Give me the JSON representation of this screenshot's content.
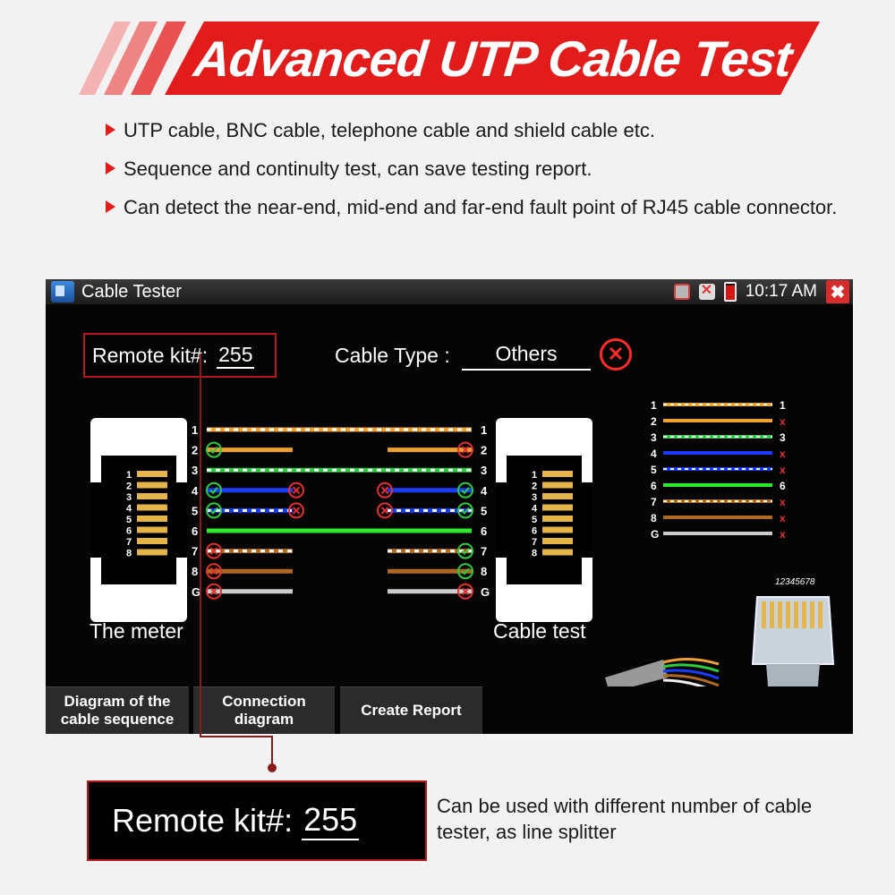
{
  "banner": {
    "title": "Advanced UTP Cable Test"
  },
  "bullets": [
    "UTP cable, BNC cable, telephone cable and shield cable etc.",
    "Sequence and continulty test, can save testing report.",
    "Can detect the near-end, mid-end and far-end fault point of RJ45 cable connector."
  ],
  "screen": {
    "statusbar": {
      "title": "Cable Tester",
      "time": "10:17 AM",
      "close": "✖"
    },
    "remote_kit": {
      "label": "Remote kit#:",
      "value": "255"
    },
    "cable_type": {
      "label": "Cable Type :",
      "value": "Others"
    },
    "meter_label": "The meter",
    "test_label": "Cable test",
    "pin_labels": [
      "1",
      "2",
      "3",
      "4",
      "5",
      "6",
      "7",
      "8",
      "G"
    ],
    "near_status": [
      "none",
      "ok",
      "none",
      "ok",
      "ok",
      "none",
      "fail",
      "fail",
      "fail"
    ],
    "near_break": [
      "none",
      "none",
      "none",
      "fail",
      "fail",
      "none",
      "none",
      "none",
      "none"
    ],
    "far_break": [
      "none",
      "none",
      "none",
      "fail",
      "fail",
      "none",
      "none",
      "none",
      "none"
    ],
    "far_status": [
      "none",
      "fail",
      "none",
      "ok",
      "ok",
      "none",
      "ok",
      "ok",
      "fail"
    ],
    "wire_colors": [
      "#f0a030",
      "#f0a030",
      "#2ecc40",
      "#1a3cff",
      "#1a3cff",
      "#2ee82e",
      "#b06a20",
      "#b06a20",
      "#cccccc"
    ],
    "wire_striped": [
      true,
      false,
      true,
      false,
      true,
      false,
      true,
      false,
      false
    ],
    "mapping": {
      "left": [
        "1",
        "2",
        "3",
        "4",
        "5",
        "6",
        "7",
        "8",
        "G"
      ],
      "right": [
        "1",
        "x",
        "3",
        "x",
        "x",
        "6",
        "x",
        "x",
        "x"
      ]
    },
    "connector_pins": [
      "1",
      "2",
      "3",
      "4",
      "5",
      "6",
      "7",
      "8"
    ],
    "plug_label": "12345678",
    "buttons": [
      {
        "label": "Diagram of the cable sequence"
      },
      {
        "label": "Connection diagram"
      },
      {
        "label": "Create Report"
      }
    ]
  },
  "callout": {
    "remote_label": "Remote kit#:",
    "remote_value": "255",
    "text": "Can be used with different number of cable tester, as line splitter"
  },
  "colors": {
    "accent": "#e21b1b",
    "ok": "#2ecc40",
    "fail": "#e53030"
  }
}
